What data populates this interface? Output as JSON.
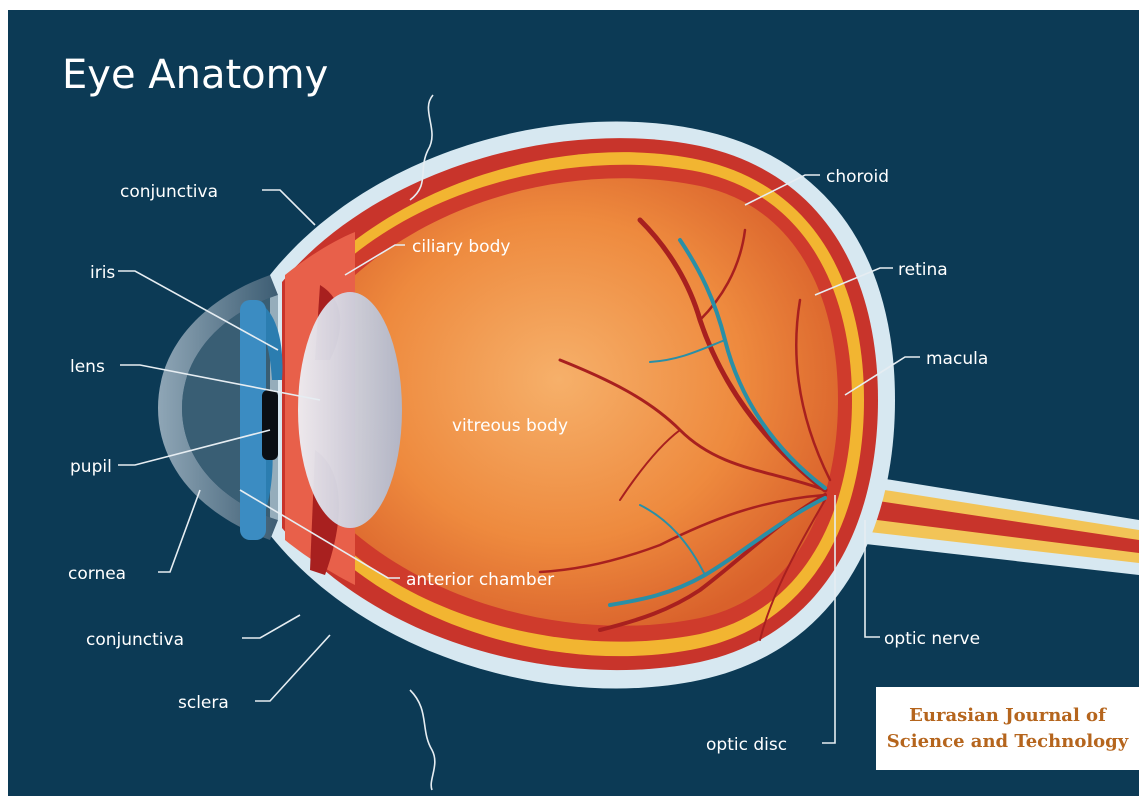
{
  "title": "Eye Anatomy",
  "labels": {
    "conjunctiva_top": "conjunctiva",
    "iris": "iris",
    "lens": "lens",
    "pupil": "pupil",
    "cornea": "cornea",
    "conjunctiva_bottom": "conjunctiva",
    "sclera": "sclera",
    "ciliary_body": "ciliary body",
    "vitreous_body": "vitreous body",
    "anterior_chamber": "anterior chamber",
    "choroid": "choroid",
    "retina": "retina",
    "macula": "macula",
    "optic_nerve": "optic nerve",
    "optic_disc": "optic disc"
  },
  "watermark": {
    "line1": "Eurasian Journal of",
    "line2": "Science and Technology"
  },
  "colors": {
    "background": "#0c3a55",
    "sclera": "#d7e8f1",
    "choroid": "#c8342b",
    "retina": "#f2b531",
    "vitreous": "#ee8a3e",
    "iris": "#2b7db0",
    "vessel_red": "#a8201f",
    "vessel_blue": "#2a8fa6"
  }
}
